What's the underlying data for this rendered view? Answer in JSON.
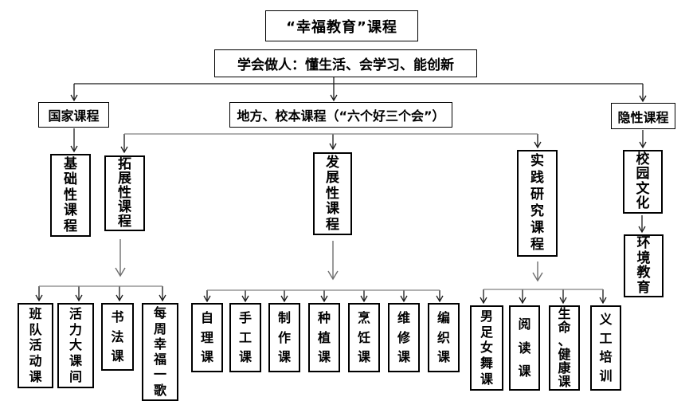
{
  "nodes": {
    "root": "“幸福教育”课程",
    "goal": "学会做人：懂生活、会学习、能创新",
    "national": "国家课程",
    "local": "地方、校本课程（“六个好三个会”）",
    "hidden": "隐性课程",
    "basic": "基础性课程",
    "expansion": "拓展性课程",
    "development": "发展性课程",
    "practice": "实践研究课程",
    "campus_culture": "校园文化",
    "environment": "环境教育"
  },
  "courses": {
    "expansion": [
      "班队活动课",
      "活力大课间",
      "书法课",
      "每周幸福一歌"
    ],
    "development": [
      "自理课",
      "手工课",
      "制作课",
      "种植课",
      "烹饪课",
      "维修课",
      "编织课"
    ],
    "practice": [
      "男足女舞课",
      "阅读课",
      "生命、健康课",
      "义工培训"
    ]
  },
  "colors": {
    "line": "#1a1a1a",
    "branch_line": "#808080",
    "text": "#000000",
    "background": "#ffffff"
  }
}
